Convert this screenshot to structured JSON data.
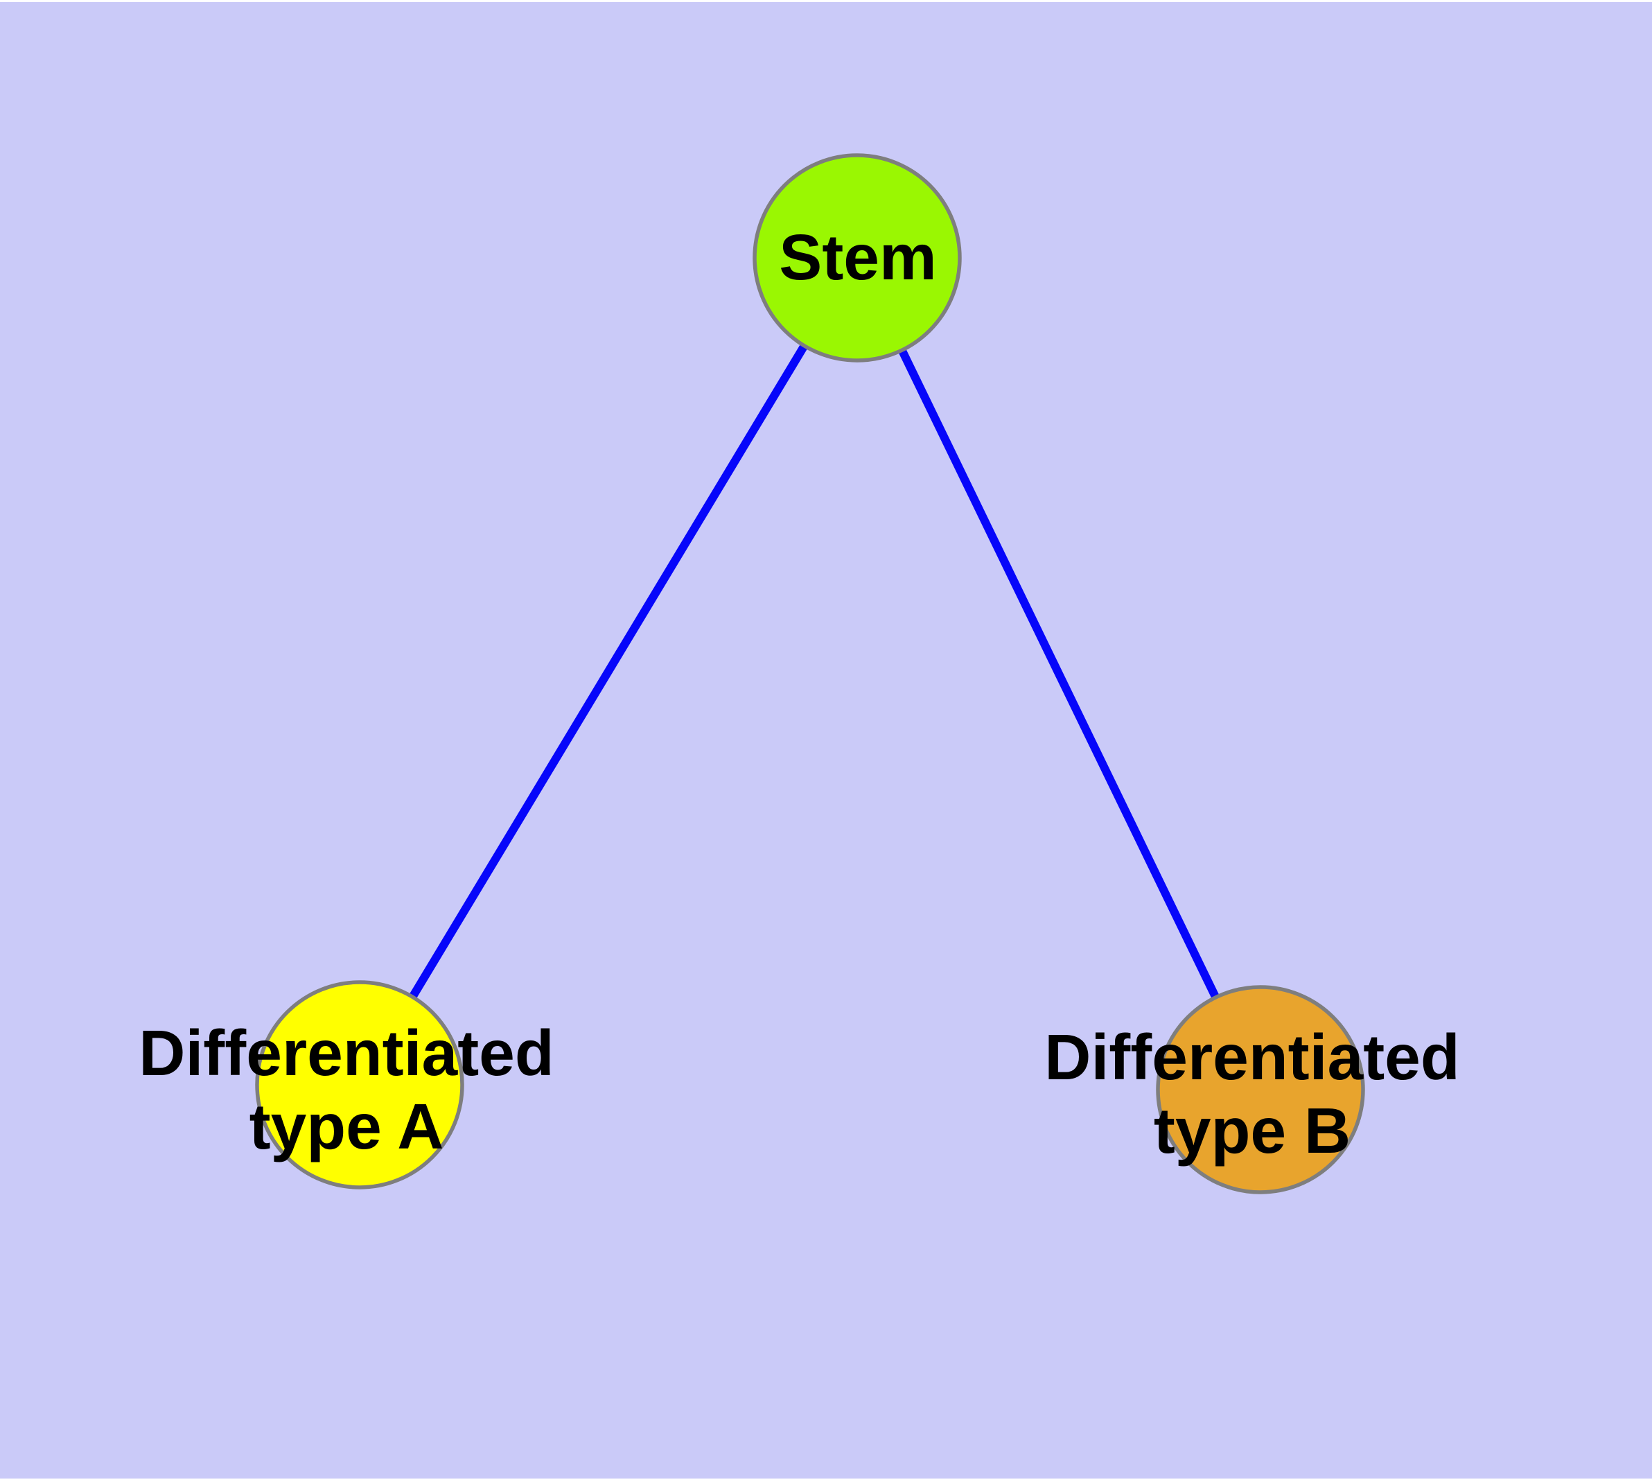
{
  "figure": {
    "background_color": "#cacaf8",
    "margin_color": "#ffffff"
  },
  "graph": {
    "type": "node-link-tree",
    "edge_color": "#0606fa",
    "node_border_color": "#7e7e7e",
    "label_color": "#000000",
    "nodes": [
      {
        "id": "stem",
        "label": "Stem",
        "lines": [
          "Stem"
        ],
        "fill": "#9af702"
      },
      {
        "id": "differentiated-type-a",
        "label": "Differentiated type A",
        "lines": [
          "Differentiated",
          "type A"
        ],
        "fill": "#ffff00"
      },
      {
        "id": "differentiated-type-b",
        "label": "Differentiated type B",
        "lines": [
          "Differentiated",
          "type B"
        ],
        "fill": "#e8a42d"
      }
    ],
    "edges": [
      {
        "from": "stem",
        "to": "differentiated-type-a"
      },
      {
        "from": "stem",
        "to": "differentiated-type-b"
      }
    ]
  }
}
